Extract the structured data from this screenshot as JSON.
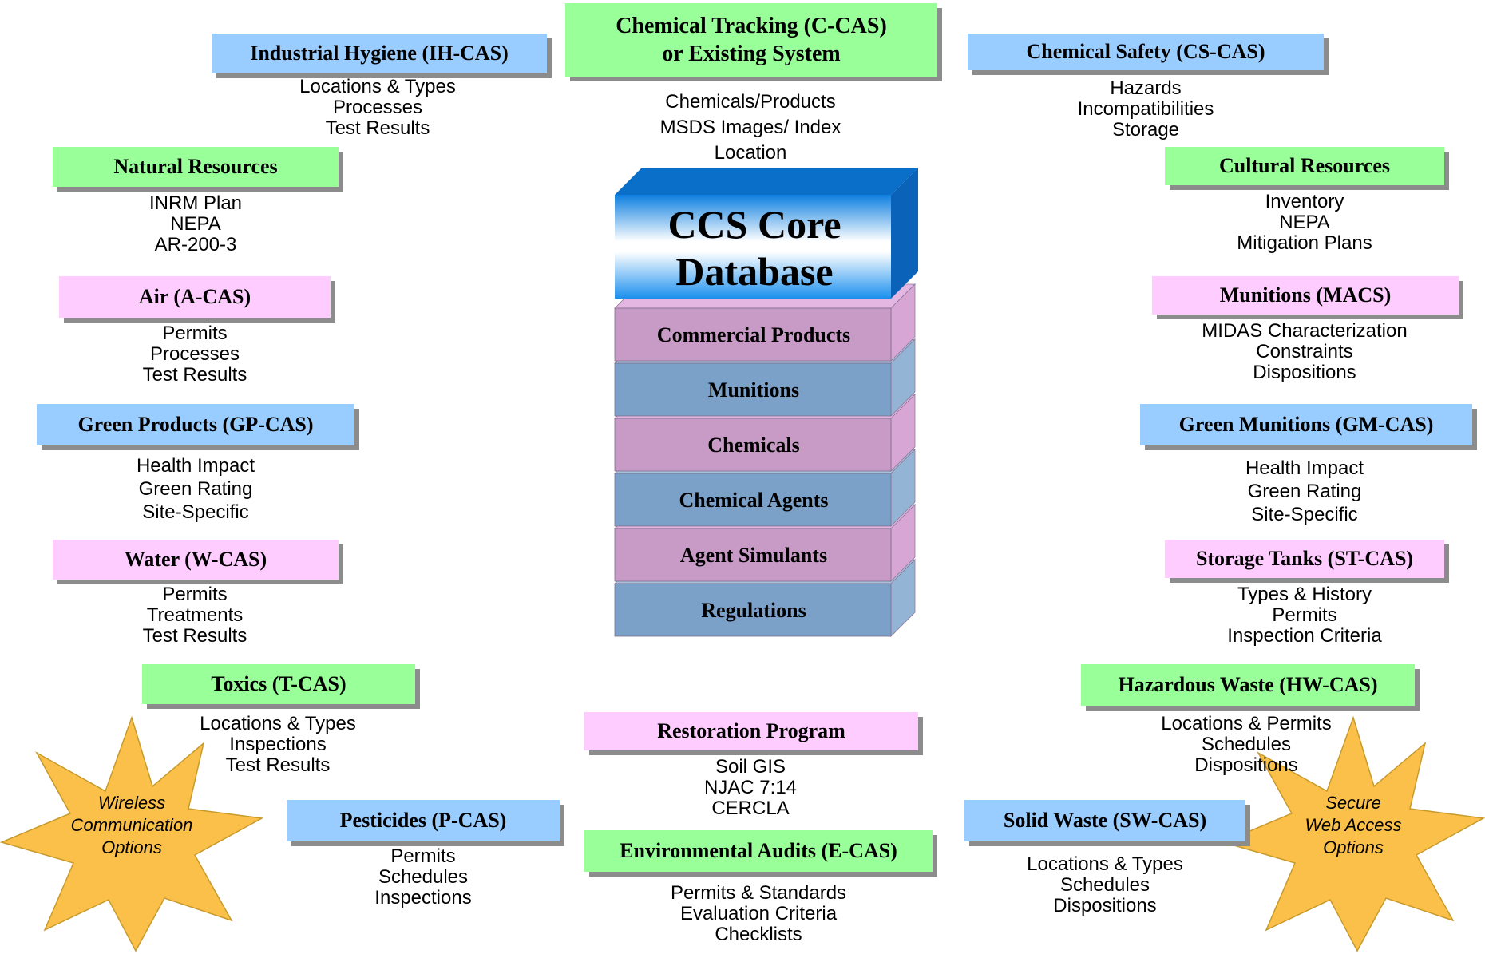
{
  "colors": {
    "green": "#99ff99",
    "blue": "#99ccff",
    "pink": "#ffccff",
    "layer_pink": "#c79bc5",
    "layer_blue": "#7ba1c9",
    "core_blue": "#1e8fe8",
    "star": "#fbc04a"
  },
  "core": {
    "title_line1": "CCS Core",
    "title_line2": "Database",
    "layers": [
      {
        "label": "Commercial Products",
        "tone": "pink"
      },
      {
        "label": "Munitions",
        "tone": "blue"
      },
      {
        "label": "Chemicals",
        "tone": "pink"
      },
      {
        "label": "Chemical Agents",
        "tone": "blue"
      },
      {
        "label": "Agent Simulants",
        "tone": "pink"
      },
      {
        "label": "Regulations",
        "tone": "blue"
      }
    ]
  },
  "modules": {
    "chemical_tracking": {
      "title": "Chemical Tracking (C-CAS)\nor Existing System",
      "color": "green",
      "items": [
        "Chemicals/Products",
        "MSDS Images/ Index",
        "Location"
      ]
    },
    "industrial_hygiene": {
      "title": "Industrial Hygiene (IH-CAS)",
      "color": "blue",
      "items": [
        "Locations & Types",
        "Processes",
        "Test Results"
      ]
    },
    "chemical_safety": {
      "title": "Chemical Safety (CS-CAS)",
      "color": "blue",
      "items": [
        "Hazards",
        "Incompatibilities",
        "Storage"
      ]
    },
    "natural_resources": {
      "title": "Natural Resources",
      "color": "green",
      "items": [
        "INRM Plan",
        "NEPA",
        "AR-200-3"
      ]
    },
    "cultural_resources": {
      "title": "Cultural Resources",
      "color": "green",
      "items": [
        "Inventory",
        "NEPA",
        "Mitigation Plans"
      ]
    },
    "air": {
      "title": "Air (A-CAS)",
      "color": "pink",
      "items": [
        "Permits",
        "Processes",
        "Test Results"
      ]
    },
    "munitions": {
      "title": "Munitions (MACS)",
      "color": "pink",
      "items": [
        "MIDAS Characterization",
        "Constraints",
        "Dispositions"
      ]
    },
    "green_products": {
      "title": "Green Products (GP-CAS)",
      "color": "blue",
      "items": [
        "Health Impact",
        "Green Rating",
        "Site-Specific"
      ]
    },
    "green_munitions": {
      "title": "Green Munitions (GM-CAS)",
      "color": "blue",
      "items": [
        "Health Impact",
        "Green Rating",
        "Site-Specific"
      ]
    },
    "water": {
      "title": "Water  (W-CAS)",
      "color": "pink",
      "items": [
        "Permits",
        "Treatments",
        "Test Results"
      ]
    },
    "storage_tanks": {
      "title": "Storage Tanks (ST-CAS)",
      "color": "pink",
      "items": [
        "Types & History",
        "Permits",
        "Inspection Criteria"
      ]
    },
    "toxics": {
      "title": "Toxics (T-CAS)",
      "color": "green",
      "items": [
        "Locations & Types",
        "Inspections",
        "Test Results"
      ]
    },
    "hazardous_waste": {
      "title": "Hazardous Waste (HW-CAS)",
      "color": "green",
      "items": [
        "Locations & Permits",
        "Schedules",
        "Dispositions"
      ]
    },
    "restoration": {
      "title": "Restoration Program",
      "color": "pink",
      "items": [
        "Soil GIS",
        "NJAC 7:14",
        "CERCLA"
      ]
    },
    "pesticides": {
      "title": "Pesticides (P-CAS)",
      "color": "blue",
      "items": [
        "Permits",
        "Schedules",
        "Inspections"
      ]
    },
    "solid_waste": {
      "title": "Solid Waste (SW-CAS)",
      "color": "blue",
      "items": [
        "Locations & Types",
        "Schedules",
        "Dispositions"
      ]
    },
    "environmental_audits": {
      "title": "Environmental Audits (E-CAS)",
      "color": "green",
      "items": [
        "Permits & Standards",
        "Evaluation Criteria",
        "Checklists"
      ]
    }
  },
  "stars": {
    "wireless": [
      "Wireless",
      "Communication",
      "Options"
    ],
    "secure_web": [
      "Secure",
      "Web Access",
      "Options"
    ]
  }
}
